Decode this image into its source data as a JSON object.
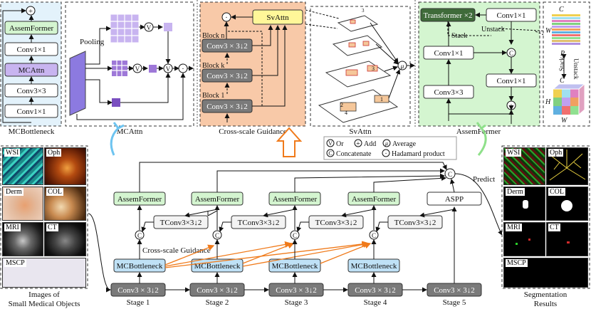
{
  "mcbottleneck_panel": {
    "caption": "MCBottleneck",
    "blocks": [
      "AssemFormer",
      "Conv1×1",
      "MCAttn",
      "Conv3×3",
      "Conv1×1"
    ]
  },
  "mcattn_panel": {
    "caption": "MCAttn",
    "pooling_label": "Pooling"
  },
  "csg_panel": {
    "caption": "Cross-scale Guidance",
    "svattn": "SvAttn",
    "block_labels": [
      "Block n",
      "Block k",
      "Block 1"
    ],
    "conv_label": "Conv3 × 3↓2"
  },
  "svattn_panel": {
    "caption": "SvAttn",
    "patch_numbers": [
      "1",
      "2",
      "3",
      "4"
    ]
  },
  "assem_panel": {
    "caption": "AssemFormer",
    "transformer": "Transformer ×2",
    "conv1": "Conv1×1",
    "conv1b": "Conv1×1",
    "conv1c": "Conv1×1",
    "conv3": "Conv3×3",
    "stack": "Stack",
    "unstack": "Unstack",
    "dim_c": "C",
    "dim_w": "W",
    "dim_h": "H",
    "dim_p": "P",
    "stack_side": "Stack",
    "unstack_side": "Unstack",
    "dim_c2": "C",
    "dim_h2": "H",
    "dim_w2": "W"
  },
  "legend": {
    "or": "Or",
    "add": "Add",
    "average": "Average",
    "concatenate": "Concatenate",
    "hadamard": "Hadamard product"
  },
  "symbols": {
    "or": "V",
    "add": "+",
    "avg": "μ",
    "cat": "C",
    "had": "·"
  },
  "inputs": {
    "caption_line1": "Images of",
    "caption_line2": "Small Medical Objects",
    "labels": [
      "WSI",
      "Oph",
      "Derm",
      "COL",
      "MRI",
      "CT",
      "MSCP"
    ]
  },
  "outputs": {
    "caption_line1": "Segmentation",
    "caption_line2": "Results",
    "labels": [
      "WSI",
      "Oph",
      "Derm",
      "COL",
      "MRI",
      "CT",
      "MSCP"
    ]
  },
  "pipeline": {
    "encoder_conv": "Conv3 × 3↓2",
    "mcbottleneck": "MCBottleneck",
    "assemformer": "AssemFormer",
    "tconv": "TConv3×3↓2",
    "aspp": "ASPP",
    "predict": "Predict",
    "csg_label": "Cross-scale Guidance",
    "stages": [
      "Stage 1",
      "Stage 2",
      "Stage 3",
      "Stage 4",
      "Stage 5"
    ]
  },
  "colors": {
    "green_fill": "#d4f5d0",
    "blue_fill": "#bfe1f6",
    "purple_fill": "#c8b4f0",
    "orange_panel": "#f8c9a8",
    "gray_conv": "#7a7a7a",
    "yellow": "#fff799"
  }
}
